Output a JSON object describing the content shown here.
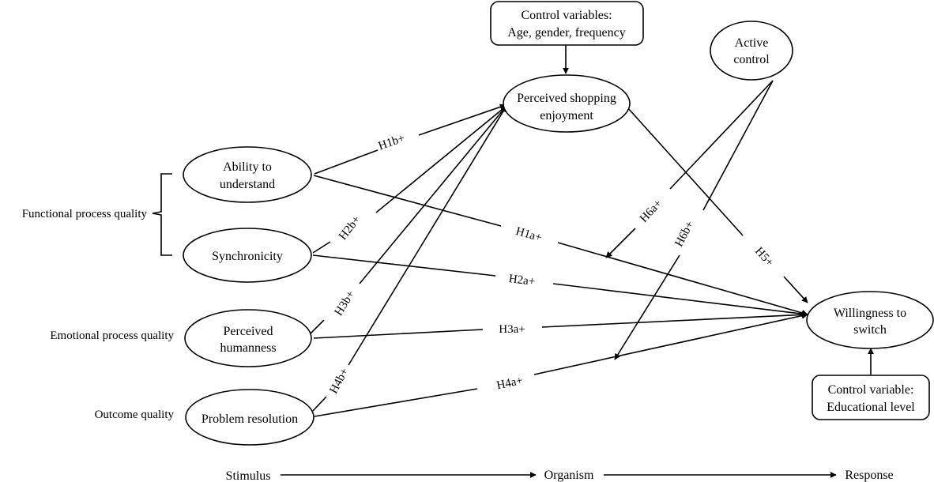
{
  "diagram": {
    "nodes": {
      "control_top": {
        "line1": "Control variables:",
        "line2": "Age, gender, frequency"
      },
      "active_control": {
        "line1": "Active",
        "line2": "control"
      },
      "enjoyment": {
        "line1": "Perceived shopping",
        "line2": "enjoyment"
      },
      "ability": {
        "line1": "Ability to",
        "line2": "understand"
      },
      "synchronicity": {
        "line1": "Synchronicity"
      },
      "humanness": {
        "line1": "Perceived",
        "line2": "humanness"
      },
      "problem": {
        "line1": "Problem resolution"
      },
      "willingness": {
        "line1": "Willingness to",
        "line2": "switch"
      },
      "control_bottom": {
        "line1": "Control variable:",
        "line2": "Educational level"
      }
    },
    "groups": {
      "functional": "Functional process quality",
      "emotional": "Emotional process quality",
      "outcome": "Outcome quality"
    },
    "hypotheses": {
      "h1a": "H1a+",
      "h1b": "H1b+",
      "h2a": "H2a+",
      "h2b": "H2b+",
      "h3a": "H3a+",
      "h3b": "H3b+",
      "h4a": "H4a+",
      "h4b": "H4b+",
      "h5": "H5+",
      "h6a": "H6a+",
      "h6b": "H6b+"
    },
    "flow": {
      "stimulus": "Stimulus",
      "organism": "Organism",
      "response": "Response"
    }
  }
}
